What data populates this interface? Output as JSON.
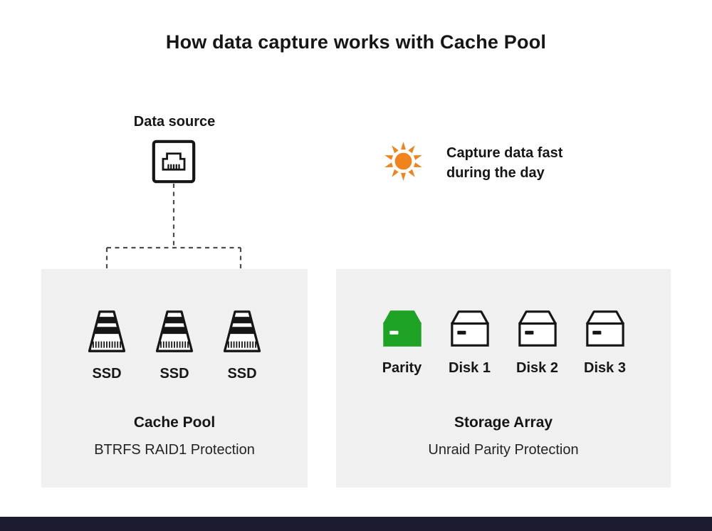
{
  "title": "How data capture works with Cache Pool",
  "data_source": {
    "label": "Data source",
    "icon": "ethernet-port-icon"
  },
  "annotation": {
    "icon": "sun-icon",
    "line1": "Capture data fast",
    "line2": "during the day"
  },
  "cache_pool": {
    "title": "Cache Pool",
    "subtitle": "BTRFS RAID1 Protection",
    "drives": [
      {
        "label": "SSD",
        "icon": "ssd-icon"
      },
      {
        "label": "SSD",
        "icon": "ssd-icon"
      },
      {
        "label": "SSD",
        "icon": "ssd-icon"
      }
    ]
  },
  "storage_array": {
    "title": "Storage Array",
    "subtitle": "Unraid Parity Protection",
    "drives": [
      {
        "label": "Parity",
        "type": "parity",
        "icon": "parity-disk-icon"
      },
      {
        "label": "Disk 1",
        "type": "data",
        "icon": "disk-icon"
      },
      {
        "label": "Disk 2",
        "type": "data",
        "icon": "disk-icon"
      },
      {
        "label": "Disk 3",
        "type": "data",
        "icon": "disk-icon"
      }
    ]
  },
  "colors": {
    "parity_green": "#1fa324",
    "sun_orange": "#f0831d",
    "panel_gray": "#f0f0f0",
    "footer_navy": "#1c1b2f",
    "text": "#161616",
    "connector_gray": "#4d4d4d"
  }
}
